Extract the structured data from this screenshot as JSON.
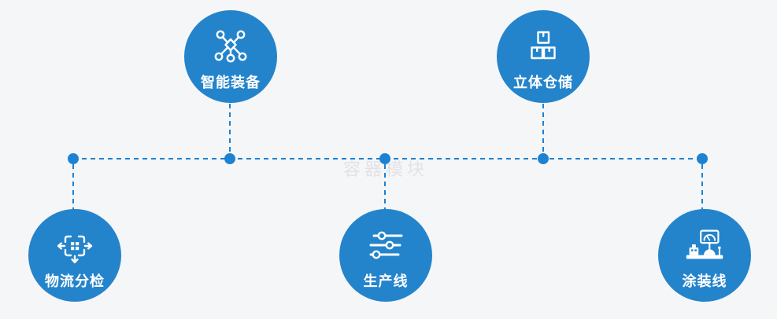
{
  "diagram": {
    "watermark": "容器模块",
    "nodes": [
      {
        "id": "smart-equipment",
        "label": "智能装备",
        "icon": "network-icon"
      },
      {
        "id": "vertical-warehouse",
        "label": "立体仓储",
        "icon": "boxes-icon"
      },
      {
        "id": "logistics-sorting",
        "label": "物流分检",
        "icon": "sort-arrows-icon"
      },
      {
        "id": "production-line",
        "label": "生产线",
        "icon": "sliders-icon"
      },
      {
        "id": "coating-line",
        "label": "涂装线",
        "icon": "machine-icon"
      }
    ]
  },
  "colors": {
    "node_fill": "#2484cb",
    "connector": "#1e82d2",
    "background": "#f5f6f7",
    "label_text": "#ffffff",
    "watermark_text": "#e3e3e6"
  }
}
